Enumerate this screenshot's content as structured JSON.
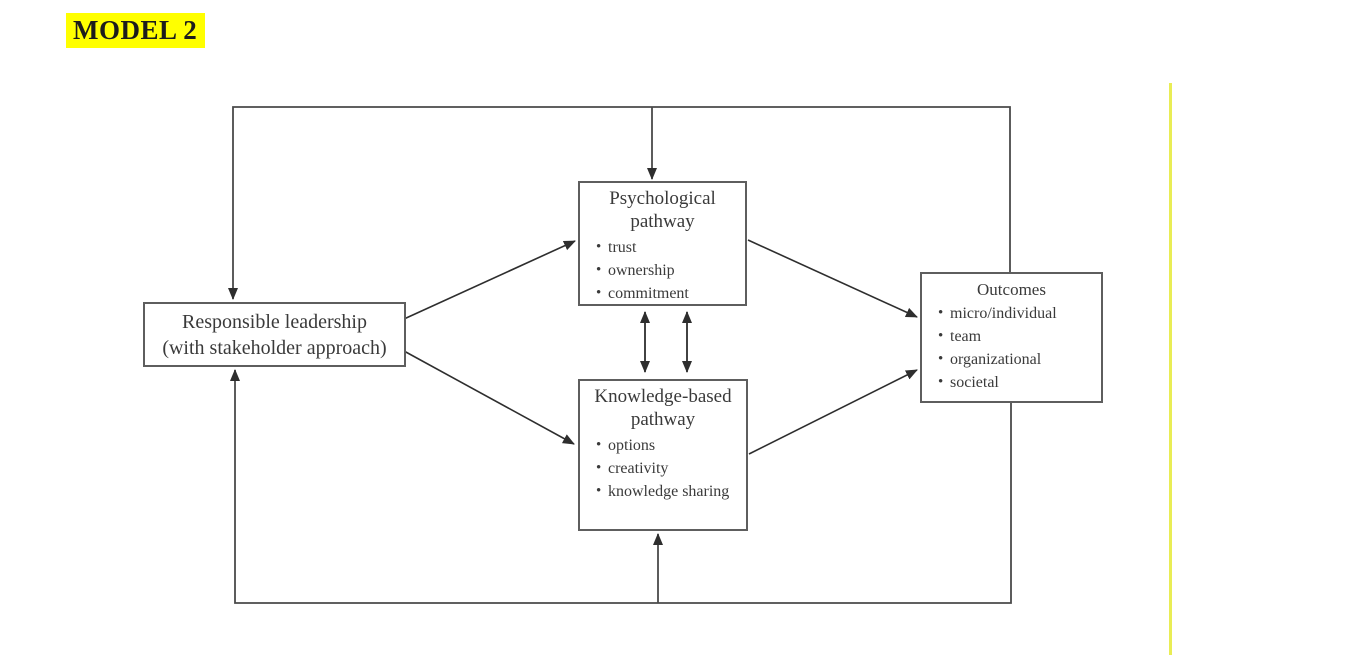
{
  "page": {
    "title": "MODEL 2",
    "title_highlight_color": "#ffff00",
    "margin_line_color": "#e9ed55",
    "background_color": "#ffffff"
  },
  "diagram": {
    "bullet_glyph": "•",
    "line_color": "#4a4a4a",
    "boxes": {
      "leadership": {
        "title": "Responsible leadership\n(with stakeholder approach)"
      },
      "psychological": {
        "title": "Psychological\npathway",
        "items": [
          "trust",
          "ownership",
          "commitment"
        ]
      },
      "knowledge": {
        "title": "Knowledge-based\npathway",
        "items": [
          "options",
          "creativity",
          "knowledge sharing"
        ]
      },
      "outcomes": {
        "title": "Outcomes",
        "items": [
          "micro/individual",
          "team",
          "organizational",
          "societal"
        ]
      }
    },
    "edges": [
      {
        "from": "responsible-leadership",
        "to": "psychological-pathway",
        "type": "arrow"
      },
      {
        "from": "responsible-leadership",
        "to": "knowledge-based-pathway",
        "type": "arrow"
      },
      {
        "from": "psychological-pathway",
        "to": "outcomes",
        "type": "arrow"
      },
      {
        "from": "knowledge-based-pathway",
        "to": "outcomes",
        "type": "arrow"
      },
      {
        "from": "psychological-pathway",
        "to": "knowledge-based-pathway",
        "type": "double-arrow"
      },
      {
        "from": "psychological-pathway",
        "to": "knowledge-based-pathway",
        "type": "double-arrow"
      },
      {
        "from": "outcomes",
        "to": "responsible-leadership",
        "type": "feedback-loop-top"
      },
      {
        "from": "outcomes",
        "to": "psychological-pathway",
        "type": "feedback-loop-top"
      },
      {
        "from": "outcomes",
        "to": "responsible-leadership",
        "type": "feedback-loop-bottom"
      },
      {
        "from": "outcomes",
        "to": "knowledge-based-pathway",
        "type": "feedback-loop-bottom"
      }
    ]
  }
}
